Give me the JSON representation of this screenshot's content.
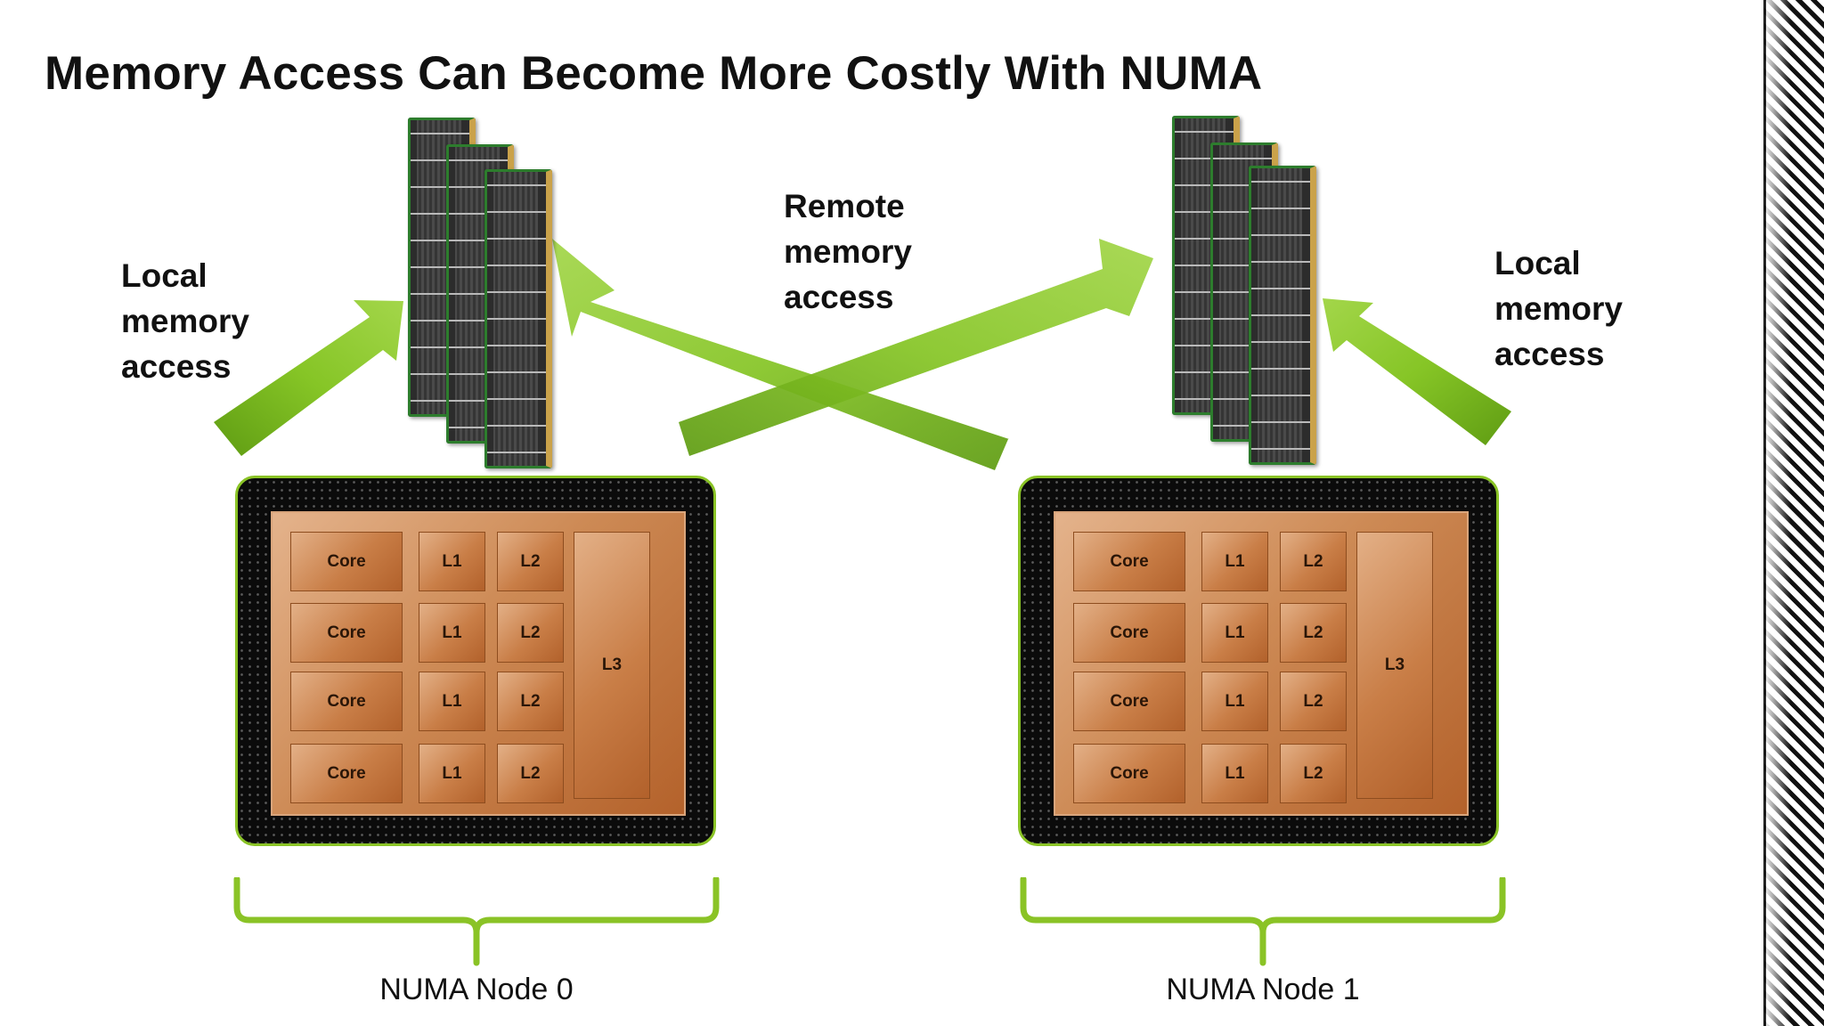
{
  "title": "Memory Access Can Become More Costly With NUMA",
  "labels": {
    "local_left": [
      "Local",
      "memory",
      "access"
    ],
    "remote": [
      "Remote",
      "memory",
      "access"
    ],
    "local_right": [
      "Local",
      "memory",
      "access"
    ]
  },
  "nodes": [
    {
      "label": "NUMA Node 0",
      "cores": [
        {
          "core": "Core",
          "l1": "L1",
          "l2": "L2"
        },
        {
          "core": "Core",
          "l1": "L1",
          "l2": "L2"
        },
        {
          "core": "Core",
          "l1": "L1",
          "l2": "L2"
        },
        {
          "core": "Core",
          "l1": "L1",
          "l2": "L2"
        }
      ],
      "l3": "L3"
    },
    {
      "label": "NUMA Node 1",
      "cores": [
        {
          "core": "Core",
          "l1": "L1",
          "l2": "L2"
        },
        {
          "core": "Core",
          "l1": "L1",
          "l2": "L2"
        },
        {
          "core": "Core",
          "l1": "L1",
          "l2": "L2"
        },
        {
          "core": "Core",
          "l1": "L1",
          "l2": "L2"
        }
      ],
      "l3": "L3"
    }
  ],
  "colors": {
    "arrow": "#7fbf1f",
    "arrow_dark": "#5e9a12",
    "brace": "#8ac326",
    "chip_die": "#c97e47"
  }
}
